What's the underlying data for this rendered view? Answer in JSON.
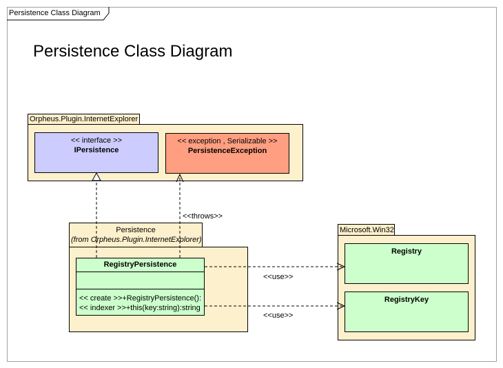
{
  "frame": {
    "label": "Persistence Class Diagram"
  },
  "diagram": {
    "title": "Persistence Class Diagram"
  },
  "packages": {
    "orpheus": {
      "name": "Orpheus.Plugin.InternetExplorer"
    },
    "persistence": {
      "name": "Persistence",
      "from": "(from Orpheus.Plugin.InternetExplorer)"
    },
    "win32": {
      "name": "Microsoft.Win32"
    }
  },
  "classes": {
    "ipersistence": {
      "stereotype": "<< interface >>",
      "name": "IPersistence"
    },
    "persistence_exception": {
      "stereotype": "<< exception , Serializable >>",
      "name": "PersistenceException"
    },
    "registry_persistence": {
      "name": "RegistryPersistence",
      "operations": [
        "<< create >>+RegistryPersistence():",
        "<< indexer >>+this(key:string):string"
      ]
    },
    "registry": {
      "name": "Registry"
    },
    "registry_key": {
      "name": "RegistryKey"
    }
  },
  "relations": {
    "throws": "<<throws>>",
    "use_registry": "<<use>>",
    "use_registry_key": "<<use>>"
  },
  "colors": {
    "package": "#fdf0cc",
    "interface": "#ccccff",
    "exception": "#ff9e80",
    "class": "#ccffcc"
  }
}
